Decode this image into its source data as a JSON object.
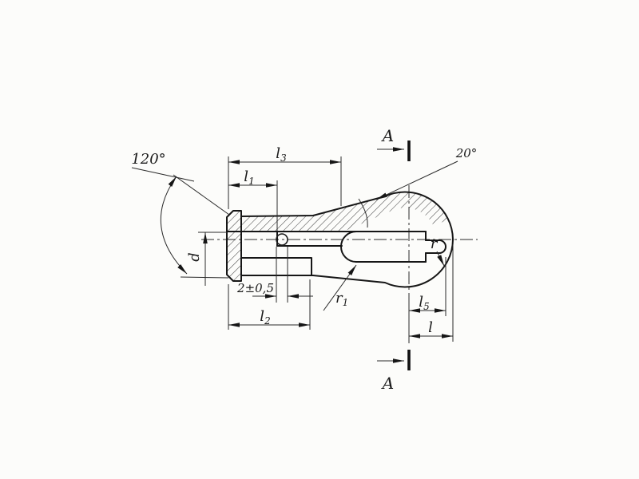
{
  "labels": {
    "angle_flange": "120°",
    "angle_taper": "20°",
    "section": "A",
    "d": "d",
    "tol": "2±0,5",
    "l3": {
      "base": "l",
      "sub": "3"
    },
    "l1": {
      "base": "l",
      "sub": "1"
    },
    "l2": {
      "base": "l",
      "sub": "2"
    },
    "l5": {
      "base": "l",
      "sub": "5"
    },
    "l": "l",
    "r1": {
      "base": "r",
      "sub": "1"
    },
    "r": "r"
  },
  "colors": {
    "paper": "#fcfcfa",
    "line": "#161616"
  }
}
